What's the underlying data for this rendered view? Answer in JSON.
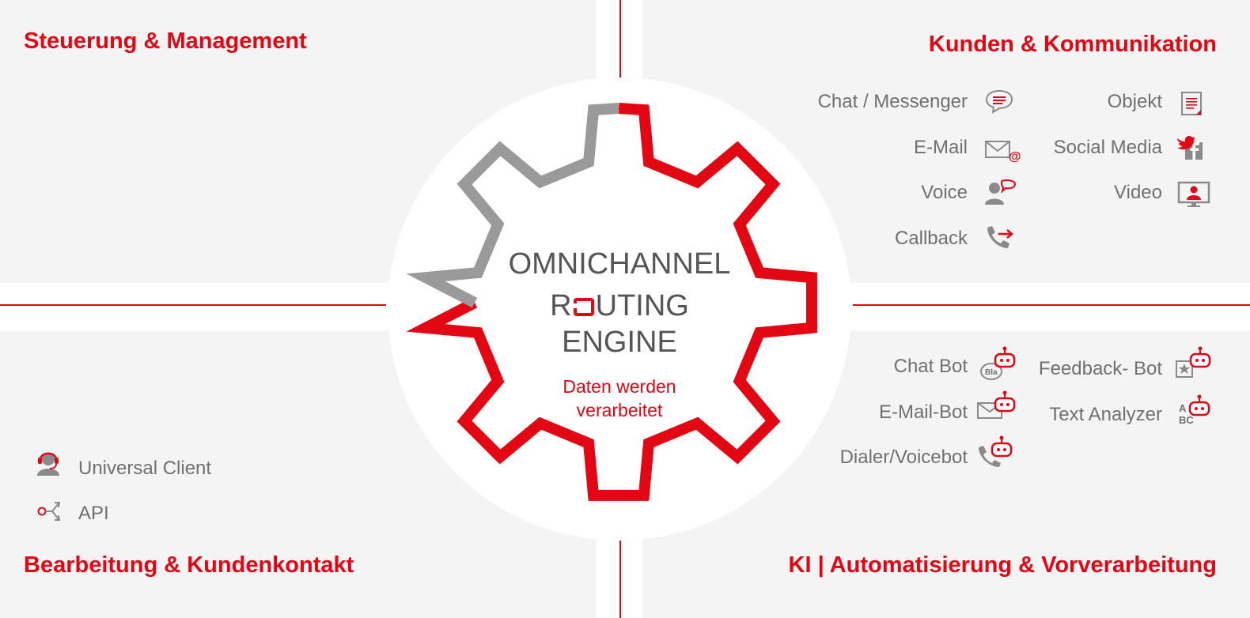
{
  "colors": {
    "accent": "#e30613",
    "text_gray": "#707070",
    "panel_bg": "#f4f4f4",
    "gear_gray": "#9a9a9a"
  },
  "quadrants": {
    "top_left": {
      "heading": "Steuerung & Management"
    },
    "top_right": {
      "heading": "Kunden & Kommunikation",
      "channels": [
        {
          "label": "Chat / Messenger",
          "icon": "chat-bubble-icon"
        },
        {
          "label": "E-Mail",
          "icon": "email-at-icon"
        },
        {
          "label": "Voice",
          "icon": "voice-person-icon"
        },
        {
          "label": "Callback",
          "icon": "phone-callback-icon"
        },
        {
          "label": "Objekt",
          "icon": "document-icon"
        },
        {
          "label": "Social Media",
          "icon": "twitter-facebook-icon"
        },
        {
          "label": "Video",
          "icon": "video-monitor-icon"
        }
      ]
    },
    "bottom_left": {
      "heading": "Bearbeitung & Kundenkontakt",
      "items": [
        {
          "label": "Universal Client",
          "icon": "agent-headset-icon"
        },
        {
          "label": "API",
          "icon": "api-share-icon"
        }
      ]
    },
    "bottom_right": {
      "heading": "KI | Automatisierung & Vorverarbeitung",
      "bots": [
        {
          "label": "Chat Bot",
          "icon": "chat-bot-icon"
        },
        {
          "label": "E-Mail-Bot",
          "icon": "email-bot-icon"
        },
        {
          "label": "Dialer/Voicebot",
          "icon": "voice-bot-icon"
        },
        {
          "label": "Feedback- Bot",
          "icon": "feedback-bot-icon"
        },
        {
          "label": "Text Analyzer",
          "icon": "text-analyzer-bot-icon"
        }
      ]
    }
  },
  "engine": {
    "line1": "OMNICHANNEL",
    "line2_start": "R",
    "line2_end": "UTING",
    "line3": "ENGINE",
    "subtitle_line1": "Daten werden",
    "subtitle_line2": "verarbeitet"
  }
}
